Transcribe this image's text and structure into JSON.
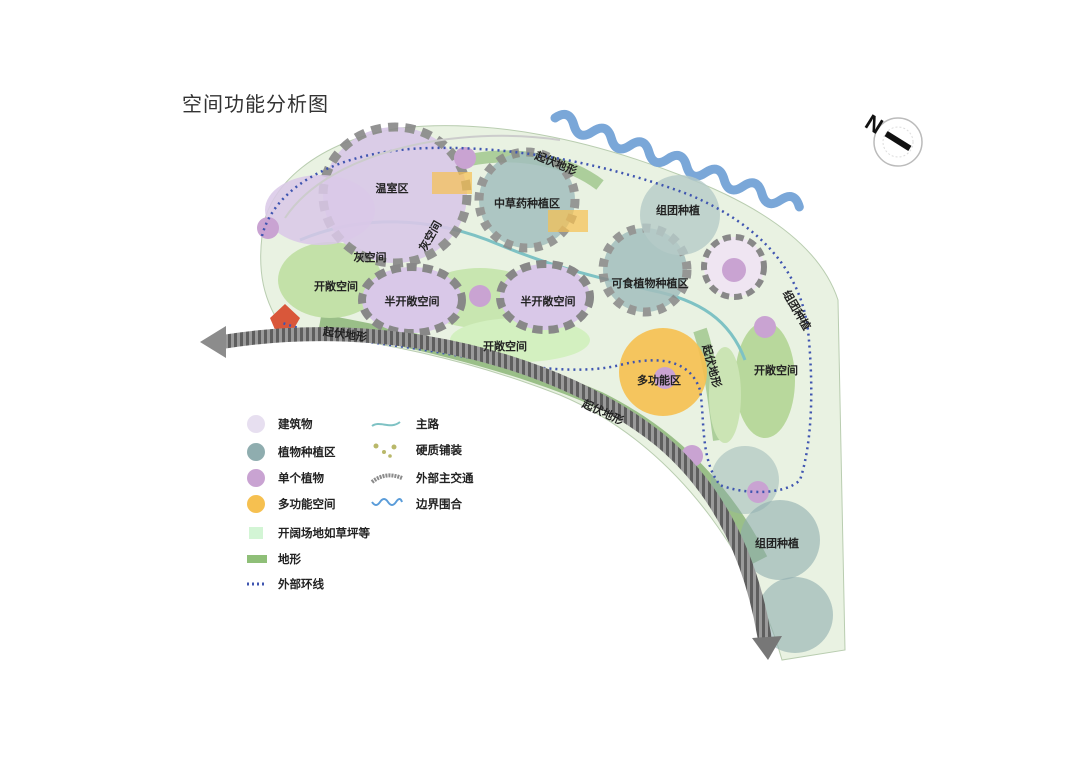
{
  "title": "空间功能分析图",
  "compass_letter": "N",
  "colors": {
    "building": "#e7dff0",
    "planting": "#8fadaf",
    "single_plant": "#c9a3d2",
    "multi_function": "#f6c050",
    "open_field": "#d3f5d5",
    "terrain": "#8fbf78",
    "loop": "#3f55b0",
    "main_road": "#7ec2c4",
    "boundary": "#5a9cd9",
    "traffic": "#8c8c8c"
  },
  "zones": {
    "greenhouse": "温室区",
    "gray_space_1": "灰空间",
    "gray_space_2": "灰空间",
    "herb_zone": "中草药种植区",
    "undulating_1": "起伏地形",
    "group_planting_1": "组团种植",
    "open_space_1": "开敞空间",
    "semi_open_1": "半开敞空间",
    "semi_open_2": "半开敞空间",
    "edible_zone": "可食植物种植区",
    "undulating_2": "起伏地形",
    "open_space_2": "开敞空间",
    "multi_zone": "多功能区",
    "undulating_3": "起伏地形",
    "undulating_4": "起伏地形",
    "group_planting_2": "组团种植",
    "open_space_3": "开敞空间",
    "group_planting_3": "组团种植"
  },
  "legend": {
    "left": [
      {
        "icon": "building-swatch",
        "label": "建筑物"
      },
      {
        "icon": "planting-swatch",
        "label": "植物种植区"
      },
      {
        "icon": "single-plant-swatch",
        "label": "单个植物"
      },
      {
        "icon": "multi-function-swatch",
        "label": "多功能空间"
      },
      {
        "icon": "open-field-swatch",
        "label": "开阔场地如草坪等"
      },
      {
        "icon": "terrain-swatch",
        "label": "地形"
      },
      {
        "icon": "loop-swatch",
        "label": "外部环线"
      }
    ],
    "right": [
      {
        "icon": "main-road-swatch",
        "label": "主路"
      },
      {
        "icon": "paving-swatch",
        "label": "硬质铺装"
      },
      {
        "icon": "traffic-swatch",
        "label": "外部主交通"
      },
      {
        "icon": "boundary-swatch",
        "label": "边界围合"
      }
    ]
  }
}
